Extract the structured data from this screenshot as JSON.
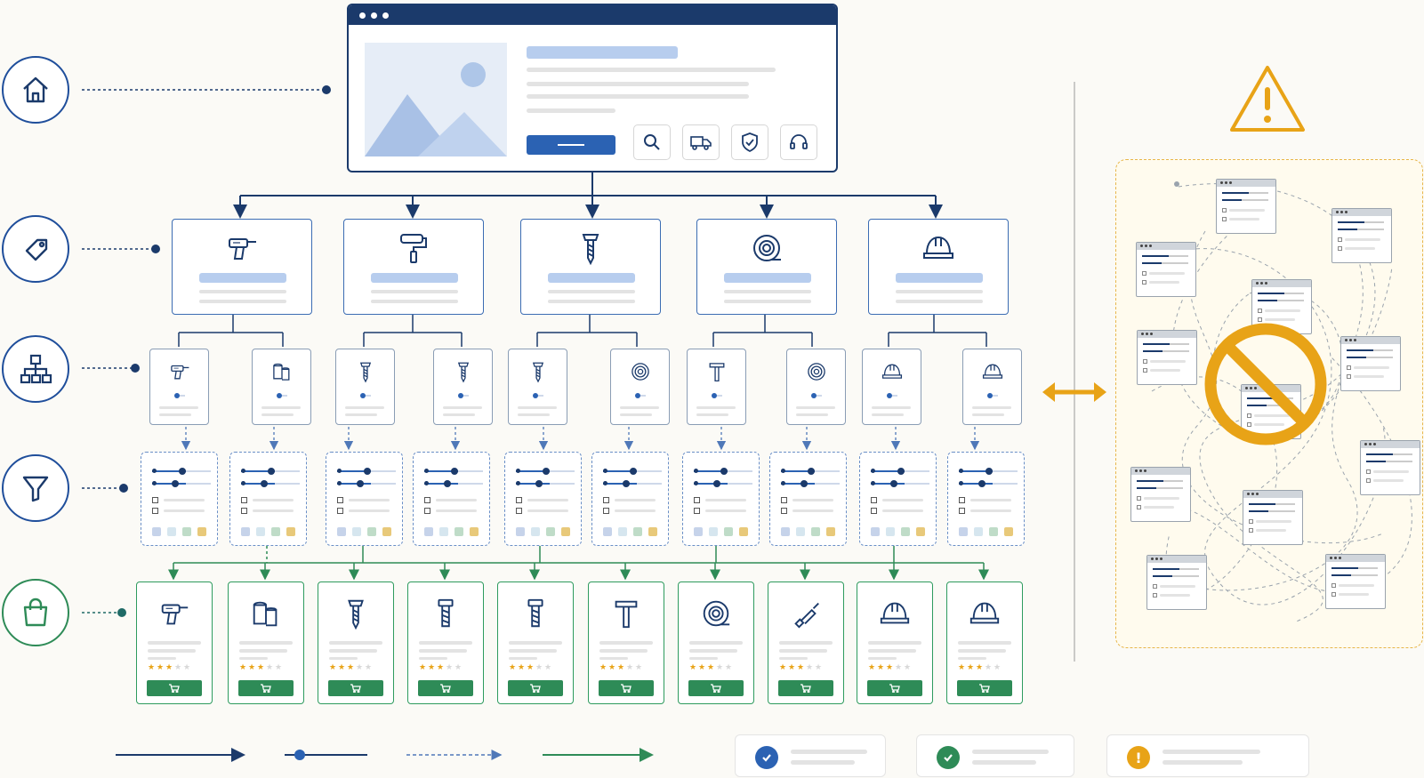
{
  "levels": [
    {
      "name": "home",
      "icon": "home-icon"
    },
    {
      "name": "category",
      "icon": "tag-icon"
    },
    {
      "name": "subcategory",
      "icon": "sitemap-icon"
    },
    {
      "name": "filter",
      "icon": "funnel-icon"
    },
    {
      "name": "product",
      "icon": "shopping-bag-icon"
    }
  ],
  "hero": {
    "features": [
      "search-icon",
      "truck-icon",
      "shield-icon",
      "headset-icon"
    ]
  },
  "categories": [
    "drill-icon",
    "paint-roller-icon",
    "screw-icon",
    "tape-icon",
    "hard-hat-icon"
  ],
  "subcategories": [
    "drill-icon",
    "paint-cans-icon",
    "screw-icon",
    "screw-icon",
    "screw-icon",
    "washer-icon",
    "hammer-icon",
    "washer-icon",
    "hard-hat-icon",
    "hard-hat-icon"
  ],
  "products": [
    {
      "icon": "drill-icon",
      "stars": 3
    },
    {
      "icon": "paint-cans-icon",
      "stars": 3
    },
    {
      "icon": "screw-icon",
      "stars": 3
    },
    {
      "icon": "bolt-icon",
      "stars": 3
    },
    {
      "icon": "bolt-icon",
      "stars": 3
    },
    {
      "icon": "hammer-icon",
      "stars": 3
    },
    {
      "icon": "tape-icon",
      "stars": 3
    },
    {
      "icon": "screwdriver-icon",
      "stars": 3
    },
    {
      "icon": "hard-hat-icon",
      "stars": 3
    },
    {
      "icon": "hard-hat-icon",
      "stars": 3
    }
  ],
  "filter_swatches": [
    "#c6d3ea",
    "#d6e6ef",
    "#bfdcc8",
    "#e8c97a"
  ],
  "colors": {
    "navy": "#1b3a6b",
    "blue": "#2b62b3",
    "green": "#2e8b57",
    "amber": "#e8a317"
  },
  "legend": {
    "lines": [
      "solid-arrow",
      "dot-line",
      "dashed-arrow",
      "green-arrow"
    ],
    "status": [
      "check-blue",
      "check-green",
      "warning-amber"
    ]
  }
}
